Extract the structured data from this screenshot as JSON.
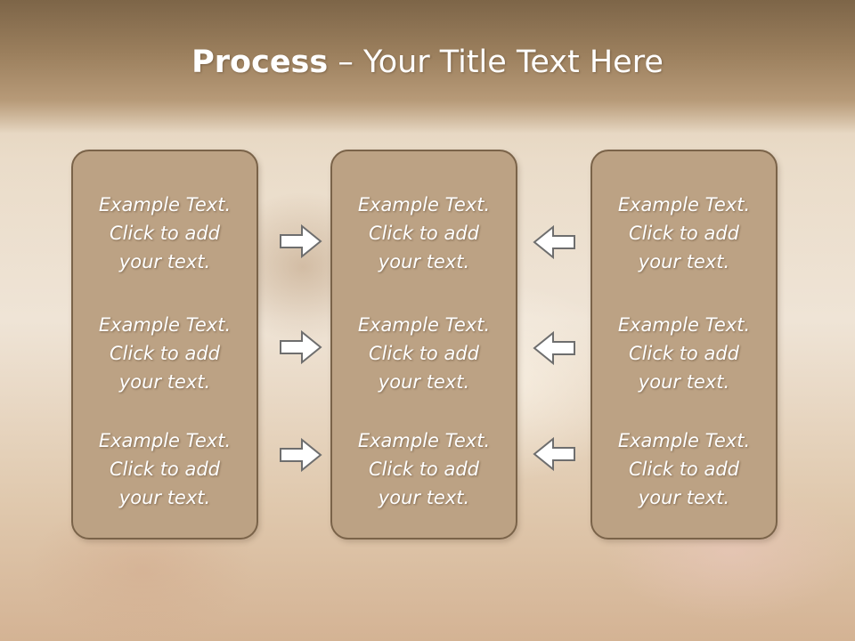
{
  "title": {
    "bold": "Process",
    "rest": " – Your Title Text Here"
  },
  "columns": [
    {
      "items": [
        "Example Text.\nClick  to add\nyour text.",
        "Example Text.\nClick  to add\nyour text.",
        "Example Text.\nClick  to add\nyour text."
      ]
    },
    {
      "items": [
        "Example Text.\nClick  to add\nyour text.",
        "Example Text.\nClick  to add\nyour text.",
        "Example Text.\nClick  to add\nyour text."
      ]
    },
    {
      "items": [
        "Example Text.\nClick  to add\nyour text.",
        "Example Text.\nClick  to add\nyour text.",
        "Example Text.\nClick  to add\nyour text."
      ]
    }
  ],
  "icons": {
    "left_arrows": "arrow-right-icon",
    "right_arrows": "arrow-left-icon"
  },
  "colors": {
    "box_fill": "#bca284",
    "box_border": "#7a6349",
    "title_band": "#8c7152",
    "text": "#ffffff"
  }
}
